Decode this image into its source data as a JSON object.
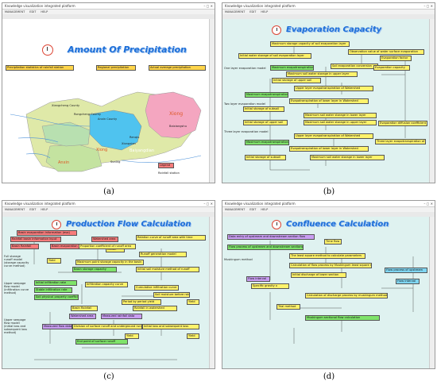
{
  "window": {
    "title": "Knowledge visualization integrated platform",
    "menu": [
      "MANAGEMENT",
      "EDIT",
      "HELP"
    ]
  },
  "captions": [
    "(a)",
    "(b)",
    "(c)",
    "(d)"
  ],
  "a": {
    "title": "Amount Of Precipitation",
    "buttons": [
      "Precipitation statistics of rainfall station",
      "Regional precipitation",
      "Actual average precipitation"
    ],
    "map_labels": [
      "Xiangcheng County",
      "Rongcheng County",
      "Anxin County",
      "Gaobeidian",
      "Xiong",
      "Baixiangshu",
      "Gaoyang",
      "Renqiu",
      "Rongcheng County",
      "Xiongxian",
      "Baiyangdian",
      "Xiong",
      "Qingyuan",
      "Suning",
      "Anxin"
    ],
    "legend": "Legend",
    "legend_item": "Rainfall station"
  },
  "b": {
    "title": "Evaporation Capacity",
    "nodes": [
      "Maximum storage capacity of soil evaporation layer",
      "Observation value of water surface evaporation",
      "Initial water storage of soil evaporation layer",
      "Evaporation factor",
      "Soil evaporation conversion",
      "Evaporation capacity",
      "Maximum evapotranspiration",
      "Maximum soil water storage in upper layer",
      "Initial storage of upper soil",
      "Upper layer evapotranspiration of Watershed",
      "Maximum evapotranspiration",
      "Evapotranspiration of lower layer in Watershed",
      "Initial storage of subsoil",
      "Maximum soil water storage in lower layer",
      "Initial storage of upper soil",
      "Maximum soil water storage in upper layer",
      "Evaporation diffusion coefficient",
      "Upper layer evapotranspiration of Watershed",
      "Maximum evapotranspiration",
      "Three layer evapotranspiration of Watershed",
      "Evapotranspiration of lower layer in Watershed",
      "Initial storage of subsoil",
      "Maximum soil water storage in lower layer"
    ],
    "side": [
      "One layer evaporation model",
      "Two layer evaporation model",
      "Three layer evaporation model"
    ]
  },
  "c": {
    "title": "Production Flow Calculation",
    "nodes": [
      "Basin evaporation information (eva)",
      "Rainfall basin information input",
      "Watershed area",
      "Relation curve of runoff area with time",
      "Basin Rainfall",
      "Basin evaporation",
      "Runoff",
      "Area",
      "Runoff generation model",
      "Proportion coefficient of runoff area",
      "Yield",
      "Maximum point storage capacity in the basin",
      "Storage capacity curve",
      "Basin storage capacity",
      "Initial soil moisture method of runoff",
      "Initial infiltration rate",
      "Infiltration capacity curve",
      "Stable infiltration rate",
      "Cumulative infiltration curve",
      "Soil moisture before rain",
      "Soil physical property coefficient",
      "Period by period yield",
      "Yield",
      "Basin Rainfall",
      "Rainfall in watershed",
      "Watershed area",
      "Measured rainfall data",
      "Measured flow data",
      "Division of surface runoff and underground runoff",
      "Initial loss and subsequent loss",
      "Yield",
      "Yield",
      "End point of surface runoff"
    ],
    "side": [
      "Full storage runoff model (storage capacity curve method)",
      "Upper seepage flow model (infiltration curve method)",
      "Upper seepage flow model (initial loss and subsequent loss method)"
    ]
  },
  "d": {
    "title": "Confluence Calculation",
    "nodes": [
      "Data entry of upstream and downstream section flow",
      "Flow process of upstream and downstream sections",
      "Time flow",
      "The least square method to calculate parameters",
      "Muskingum method",
      "Calculation of flow process by Muskingum least square method",
      "Flow process of upstream",
      "Flow interval",
      "Initial discharge of lower section",
      "Flow interval",
      "Calculation of discharge process by muskingum method",
      "Specific gravity x",
      "Trial method",
      "Muskingum sectional flow calculation"
    ],
    "side": [
      "Muskingum method"
    ]
  }
}
